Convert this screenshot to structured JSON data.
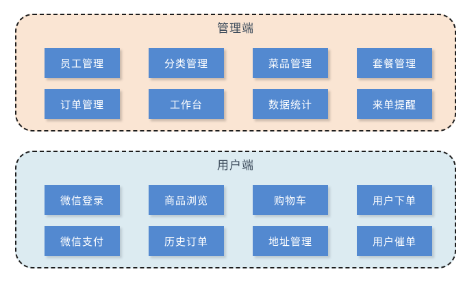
{
  "diagram": {
    "type": "module-block-diagram",
    "background_color": "#ffffff",
    "panels": [
      {
        "id": "admin",
        "title": "管理端",
        "fill_color": "#fae5d3",
        "border_color": "#1b1b1b",
        "border_style": "dashed",
        "title_color": "#3b4a5a",
        "module_color": "#5389d0",
        "module_text_color": "#ffffff",
        "modules": [
          {
            "label": "员工管理"
          },
          {
            "label": "分类管理"
          },
          {
            "label": "菜品管理"
          },
          {
            "label": "套餐管理"
          },
          {
            "label": "订单管理"
          },
          {
            "label": "工作台"
          },
          {
            "label": "数据统计"
          },
          {
            "label": "来单提醒"
          }
        ]
      },
      {
        "id": "user",
        "title": "用户端",
        "fill_color": "#dcebf1",
        "border_color": "#1b1b1b",
        "border_style": "dashed",
        "title_color": "#3b4a5a",
        "module_color": "#5389d0",
        "module_text_color": "#ffffff",
        "modules": [
          {
            "label": "微信登录"
          },
          {
            "label": "商品浏览"
          },
          {
            "label": "购物车"
          },
          {
            "label": "用户下单"
          },
          {
            "label": "微信支付"
          },
          {
            "label": "历史订单"
          },
          {
            "label": "地址管理"
          },
          {
            "label": "用户催单"
          }
        ]
      }
    ]
  }
}
